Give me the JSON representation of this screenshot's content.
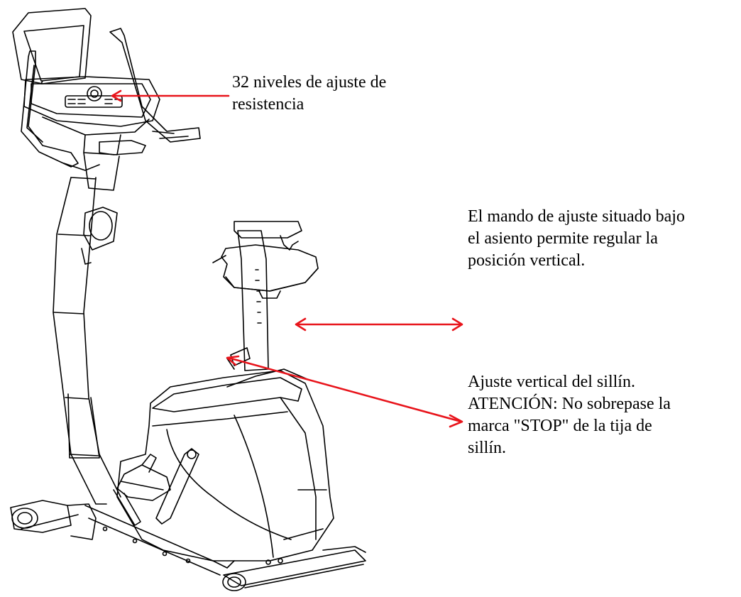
{
  "colors": {
    "line_art": "#000000",
    "arrow": "#e8141b",
    "background": "#ffffff"
  },
  "annotations": {
    "resistance": {
      "lines": [
        "32 niveles de ajuste de",
        "resistencia"
      ]
    },
    "knob": {
      "lines": [
        "El mando de ajuste situado bajo",
        "el asiento permite regular la",
        "posición vertical."
      ]
    },
    "seat": {
      "lines": [
        "Ajuste vertical del sillín.",
        "ATENCIÓN: No sobrepase la",
        "marca \"STOP\" de la tija de",
        "sillín."
      ]
    }
  }
}
